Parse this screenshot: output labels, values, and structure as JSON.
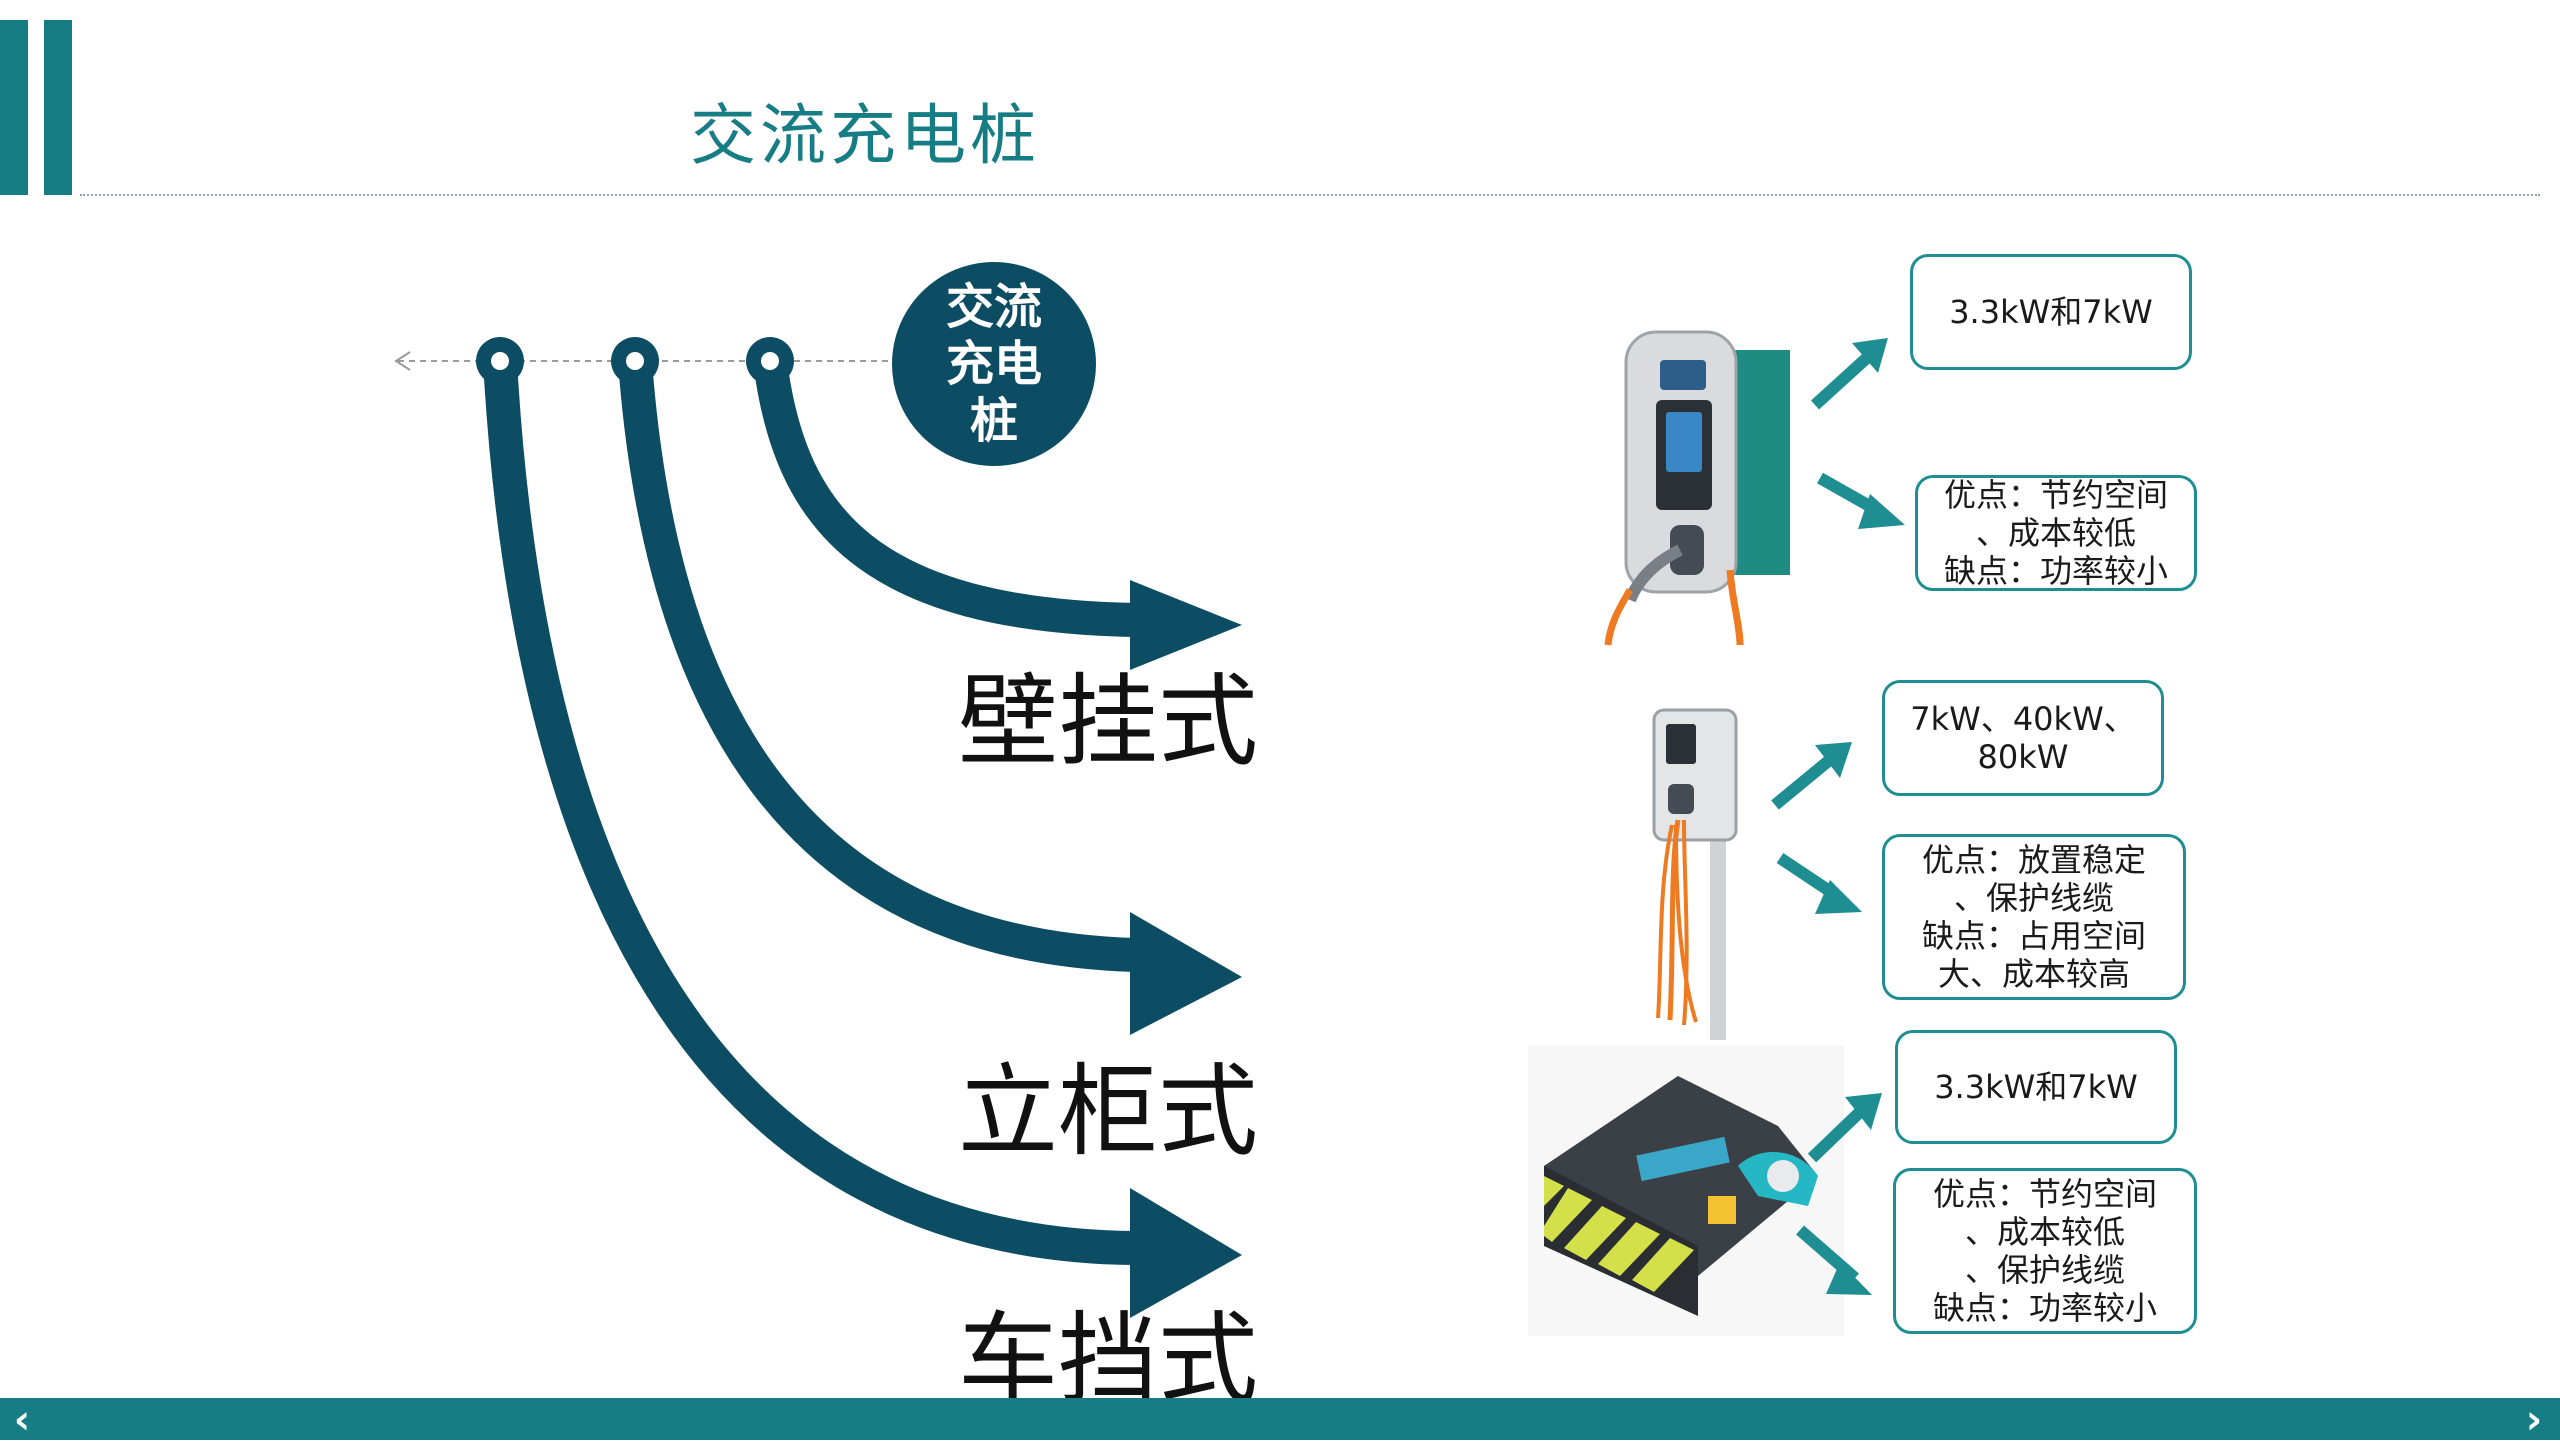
{
  "header": {
    "title": "交流充电桩"
  },
  "hub": {
    "label": "交流\n充电\n桩"
  },
  "types": [
    {
      "label": "壁挂式"
    },
    {
      "label": "立柜式"
    },
    {
      "label": "车挡式"
    }
  ],
  "specs": [
    {
      "power": "3.3kW和7kW",
      "notes": "优点：节约空间\n、成本较低\n缺点：功率较小"
    },
    {
      "power": "7kW、40kW、\n80kW",
      "notes": "优点：放置稳定\n、保护线缆\n缺点：占用空间\n大、成本较高"
    },
    {
      "power": "3.3kW和7kW",
      "notes": "优点：节约空间\n、成本较低\n、保护线缆\n缺点：功率较小"
    }
  ],
  "colors": {
    "accent": "#167d84",
    "dark": "#0d4d63",
    "box_border": "#1f8e93"
  },
  "nav": {
    "prev_icon": "chevron-left-icon",
    "next_icon": "chevron-right-icon"
  }
}
